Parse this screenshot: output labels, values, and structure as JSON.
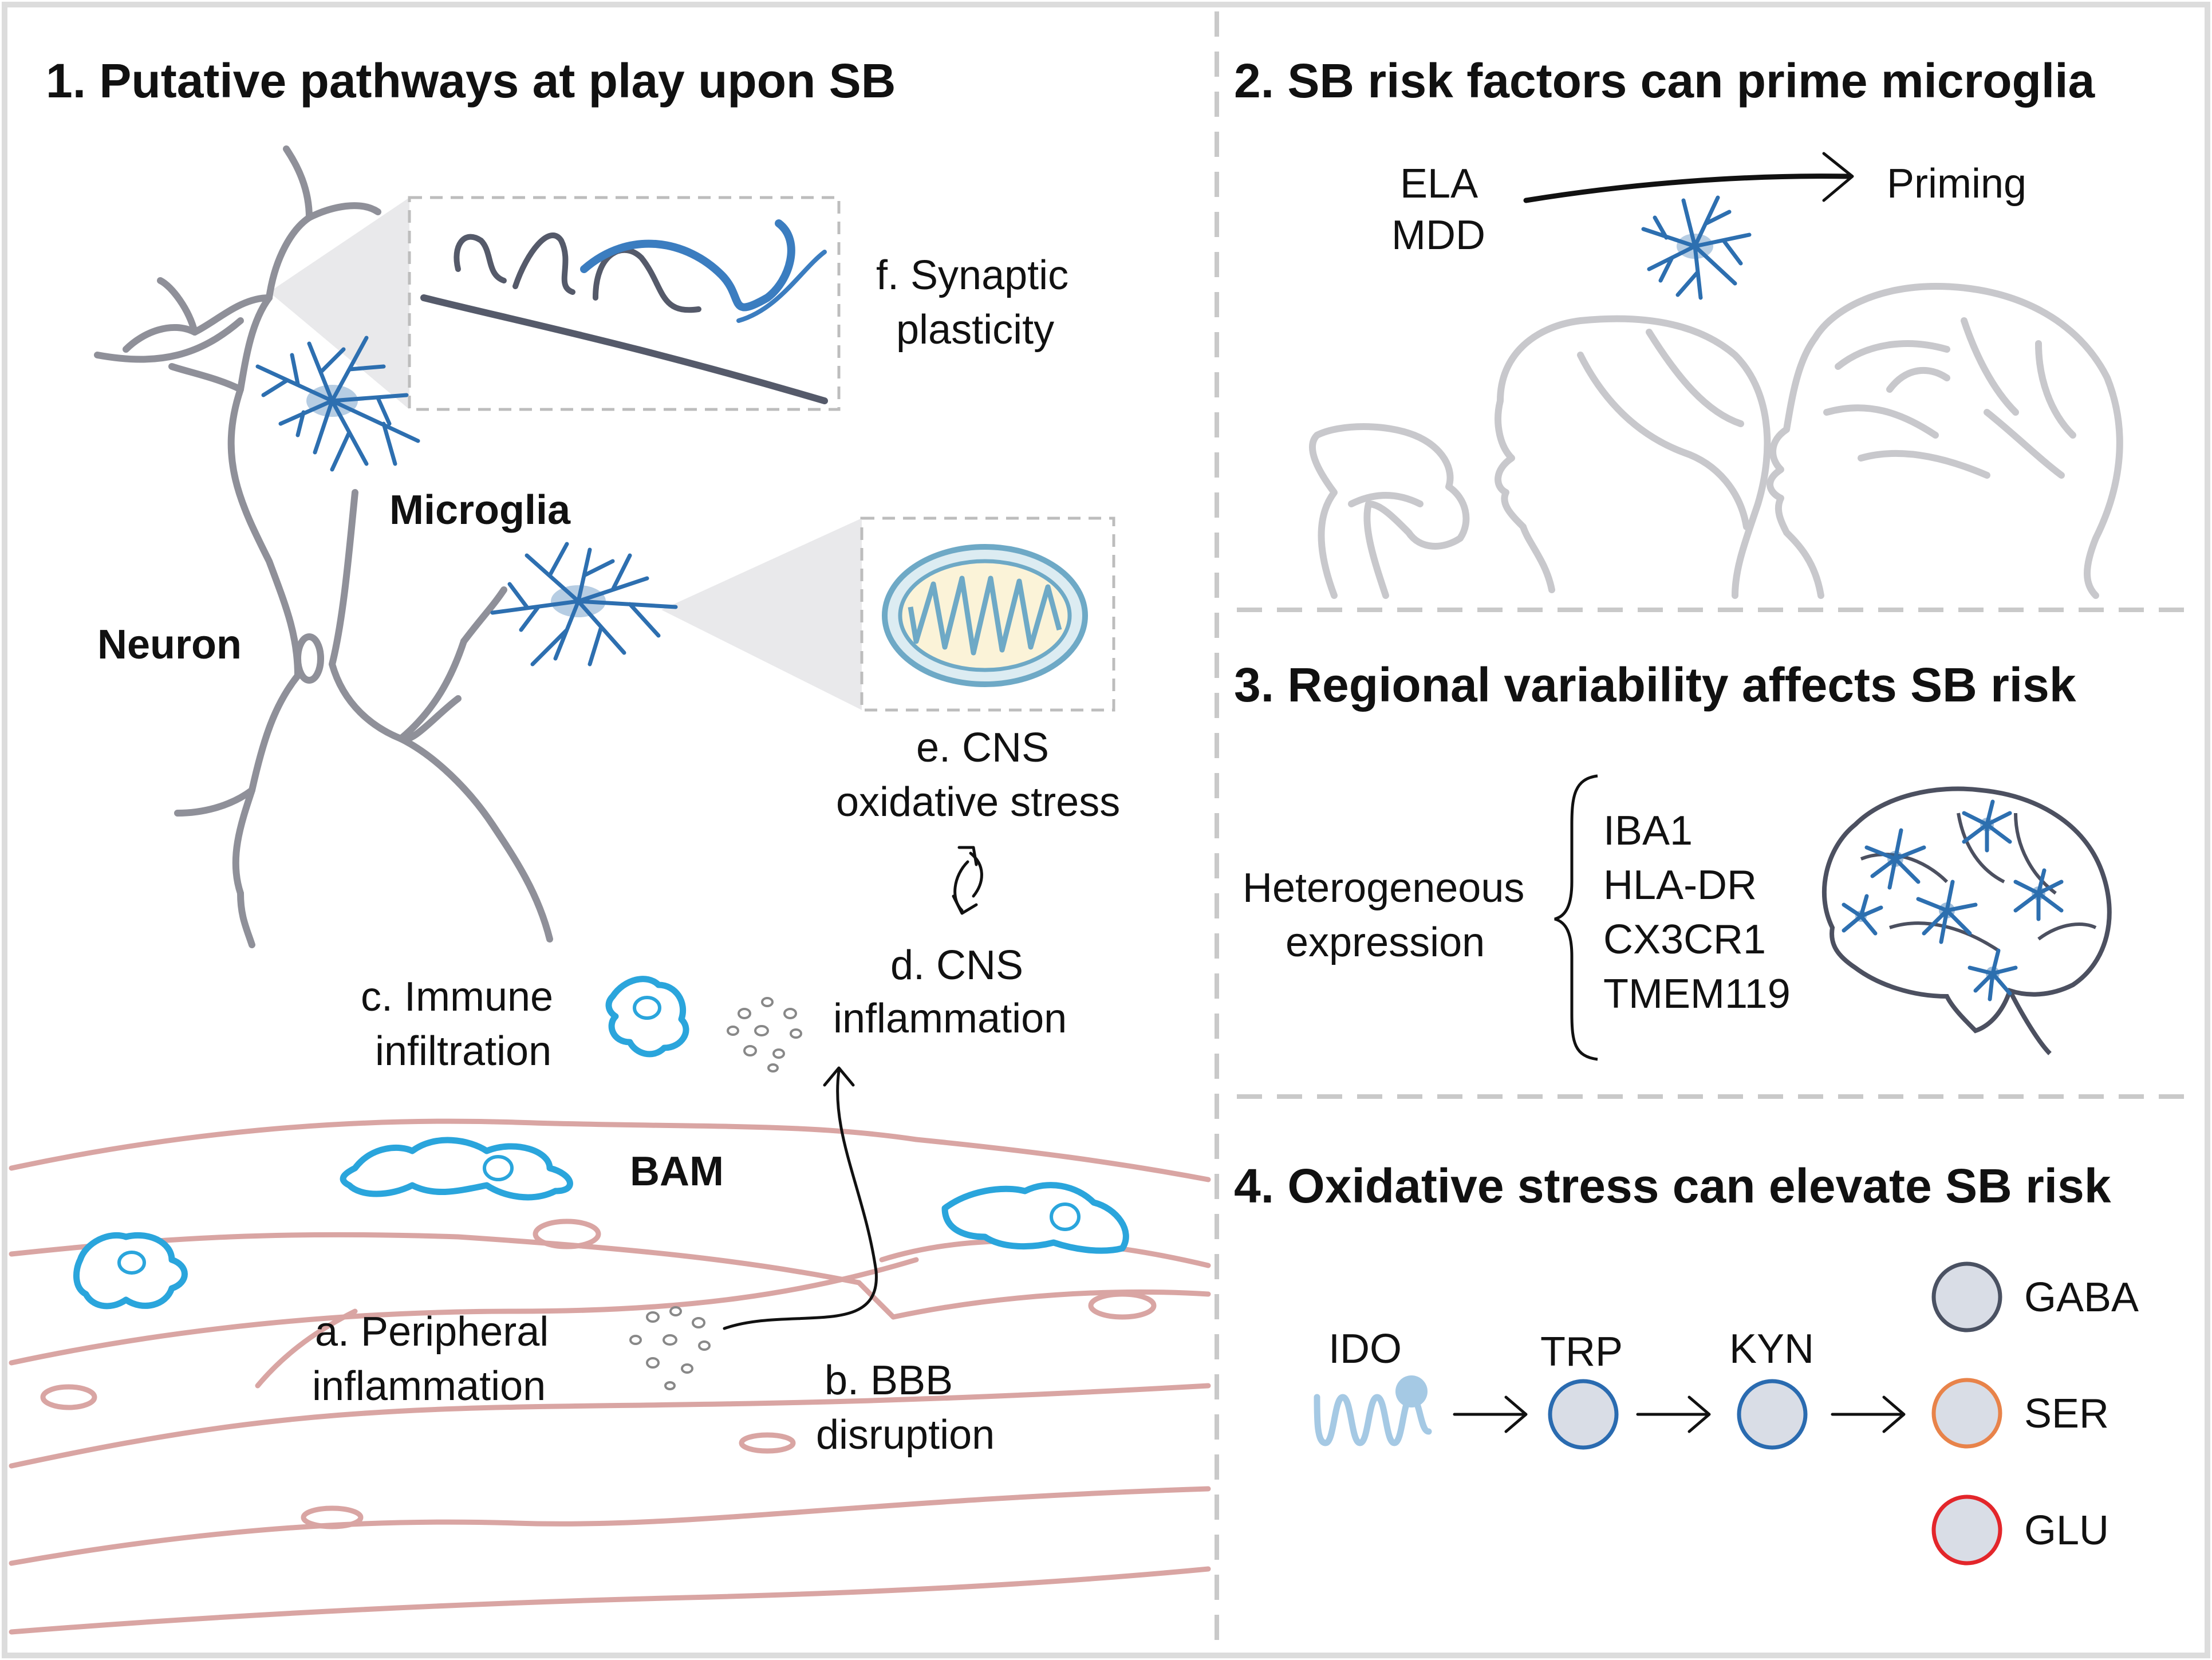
{
  "panel1": {
    "title": "1. Putative pathways at play upon SB",
    "labels": {
      "synaptic_1": "f. Synaptic",
      "synaptic_2": "plasticity",
      "microglia": "Microglia",
      "neuron": "Neuron",
      "oxidative_1": "e. CNS",
      "oxidative_2": "oxidative stress",
      "inflammation_1": "d. CNS",
      "inflammation_2": "inflammation",
      "immune_1": "c. Immune",
      "immune_2": "infiltration",
      "bam": "BAM",
      "peripheral_1": "a. Peripheral",
      "peripheral_2": "inflammation",
      "bbb_1": "b. BBB",
      "bbb_2": "disruption"
    }
  },
  "panel2": {
    "title": "2. SB risk factors can prime microglia",
    "factor_1": "ELA",
    "factor_2": "MDD",
    "outcome": "Priming"
  },
  "panel3": {
    "title": "3. Regional variability affects SB risk",
    "expression_1": "Heterogeneous",
    "expression_2": "expression",
    "markers": [
      "IBA1",
      "HLA-DR",
      "CX3CR1",
      "TMEM119"
    ]
  },
  "panel4": {
    "title": "4. Oxidative stress can elevate SB risk",
    "enzyme": "IDO",
    "steps": [
      "TRP",
      "KYN"
    ],
    "outputs": [
      {
        "label": "GABA",
        "color": "#4a5162"
      },
      {
        "label": "SER",
        "color": "#e8834a"
      },
      {
        "label": "GLU",
        "color": "#e3262b"
      }
    ]
  },
  "colors": {
    "microglia": "#2d6fb0",
    "macrophage": "#2aa5dc",
    "vessel": "#d9a5a3",
    "neuron": "#8f9099"
  }
}
